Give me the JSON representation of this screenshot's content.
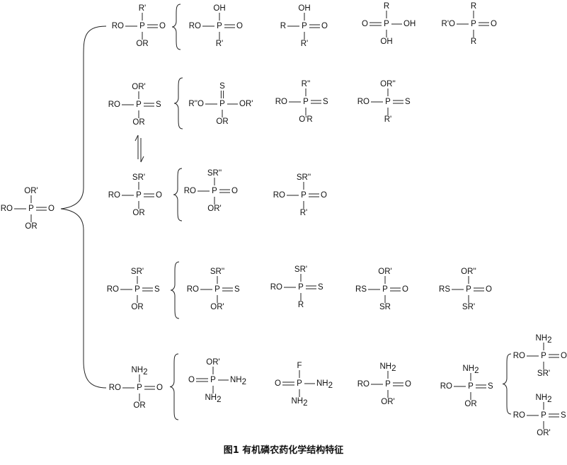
{
  "caption": "图1 有机磷农药化学结构特征",
  "parent": {
    "top": "OR'",
    "left": "RO",
    "bond": "O",
    "bottom": "OR"
  },
  "structures": [
    {
      "id": "r1-lead",
      "top": "R'",
      "left": "RO",
      "bond": "O",
      "bottom": "OR"
    },
    {
      "id": "r1-a",
      "top": "OH",
      "left": "RO",
      "bond": "O",
      "bottom": "R'"
    },
    {
      "id": "r1-b",
      "top": "OH",
      "left": "R",
      "bond": "O",
      "bottom": "R'"
    },
    {
      "id": "r1-c",
      "top": "R",
      "left": "O",
      "bond": "OH",
      "bottom": "OH",
      "dbl": "left"
    },
    {
      "id": "r1-d",
      "top": "R",
      "left": "R'O",
      "bond": "O",
      "bottom": "R"
    },
    {
      "id": "r2-lead",
      "top": "OR'",
      "left": "RO",
      "bond": "S",
      "bottom": "OR"
    },
    {
      "id": "r2-a",
      "top": "S",
      "left": "R''O",
      "bond": "OR'",
      "bottom": "OR",
      "dbl": "top"
    },
    {
      "id": "r2-b",
      "top": "R''",
      "left": "RO",
      "bond": "S",
      "bottom": "O'R"
    },
    {
      "id": "r2-c",
      "top": "OR''",
      "left": "RO",
      "bond": "S",
      "bottom": "R'"
    },
    {
      "id": "r3-lead",
      "top": "SR'",
      "left": "RO",
      "bond": "O",
      "bottom": "OR"
    },
    {
      "id": "r3-a",
      "top": "SR''",
      "left": "RO",
      "bond": "O",
      "bottom": "OR'"
    },
    {
      "id": "r3-b",
      "top": "SR''",
      "left": "RO",
      "bond": "O",
      "bottom": "R'"
    },
    {
      "id": "r4-lead",
      "top": "SR'",
      "left": "RO",
      "bond": "S",
      "bottom": "OR"
    },
    {
      "id": "r4-a",
      "top": "SR''",
      "left": "RO",
      "bond": "S",
      "bottom": "OR'"
    },
    {
      "id": "r4-b",
      "top": "SR'",
      "left": "RO",
      "bond": "S",
      "bottom": "R"
    },
    {
      "id": "r4-c",
      "top": "OR'",
      "left": "RS",
      "bond": "O",
      "bottom": "SR"
    },
    {
      "id": "r4-d",
      "top": "OR''",
      "left": "RS",
      "bond": "O",
      "bottom": "SR'"
    },
    {
      "id": "r5-lead",
      "top": "NH2",
      "left": "RO",
      "bond": "O",
      "bottom": "OR"
    },
    {
      "id": "r5-a",
      "top": "OR'",
      "left": "O",
      "bond": "NH2",
      "bottom": "NH2",
      "dbl": "left"
    },
    {
      "id": "r5-b",
      "top": "F",
      "left": "O",
      "bond": "NH2",
      "bottom": "NH2",
      "dbl": "left"
    },
    {
      "id": "r5-c",
      "top": "NH2",
      "left": "RO",
      "bond": "O",
      "bottom": "OR'"
    },
    {
      "id": "r5-d",
      "top": "NH2",
      "left": "RO",
      "bond": "S",
      "bottom": "OR"
    },
    {
      "id": "r5-e",
      "top": "NH2",
      "left": "RO",
      "bond": "O",
      "bottom": "SR'"
    },
    {
      "id": "r5-f",
      "top": "NH2",
      "left": "RO",
      "bond": "S",
      "bottom": "OR'"
    }
  ]
}
